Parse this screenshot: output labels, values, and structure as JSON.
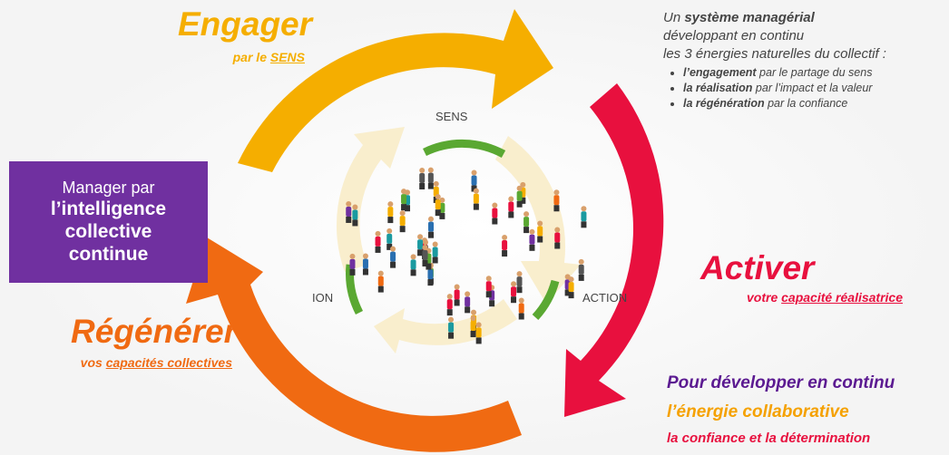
{
  "cycle": {
    "engager": {
      "title": "Engager",
      "sub_prefix": "par le ",
      "sub_link": "SENS"
    },
    "activer": {
      "title": "Activer",
      "sub_prefix": "votre ",
      "sub_link": "capacité réalisatrice"
    },
    "regenerer": {
      "title": "Régénérer",
      "sub_prefix": "vos ",
      "sub_link": "capacités collectives"
    }
  },
  "manager_box": {
    "line1": "Manager par",
    "line2": "l’intelligence",
    "line3": "collective",
    "line4": "continue"
  },
  "description": {
    "l1_prefix": "Un ",
    "l1_bold": "système managérial",
    "l2": "développant en continu",
    "l3": "les 3 énergies naturelles du collectif :",
    "bullets": [
      {
        "bold": "l’engagement",
        "rest": " par le partage du sens"
      },
      {
        "bold": "la réalisation",
        "rest": " par l’impact et la valeur"
      },
      {
        "bold": "la régénération",
        "rest": " par la confiance"
      }
    ]
  },
  "inner_labels": {
    "top": "SENS",
    "right": "ACTION",
    "left": "ION"
  },
  "bottom": {
    "line1": "Pour développer en continu",
    "line2": "l’énergie collaborative",
    "line3": "la confiance et la détermination"
  },
  "colors": {
    "yellow": "#f5ae00",
    "red": "#e8103e",
    "orange": "#f06a12",
    "purple": "#7030a0",
    "green": "#5aa832"
  }
}
